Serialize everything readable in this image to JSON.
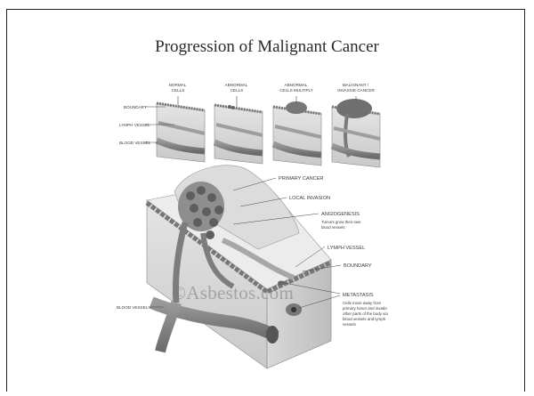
{
  "title": "Progression of Malignant Cancer",
  "stages": [
    {
      "label": "NORMAL\nCELLS"
    },
    {
      "label": "ABNORMAL\nCELLS"
    },
    {
      "label": "ABNORMAL\nCELLS MULTIPLY"
    },
    {
      "label": "MALIGNANT /\nINVASIVE CANCER"
    }
  ],
  "small_labels": {
    "boundary": "BOUNDARY",
    "lymph_vessel": "LYMPH VESSEL",
    "blood_vessel": "BLOOD VESSEL"
  },
  "large_labels": {
    "primary_cancer": "PRIMARY CANCER",
    "local_invasion": "LOCAL INVASION",
    "angiogenesis": "ANGIOGENESIS",
    "angiogenesis_desc": [
      "Tumors grow their own",
      "blood vessels"
    ],
    "lymph_vessel": "LYMPH VESSEL",
    "boundary": "BOUNDARY",
    "metastasis": "METASTASIS",
    "metastasis_desc": [
      "Cells move away from",
      "primary tumor and invade",
      "other parts of the body via",
      "blood vessels and lymph",
      "vessels"
    ],
    "blood_vessel": "BLOOD VESSEL"
  },
  "watermark": "©Asbestos.com"
}
